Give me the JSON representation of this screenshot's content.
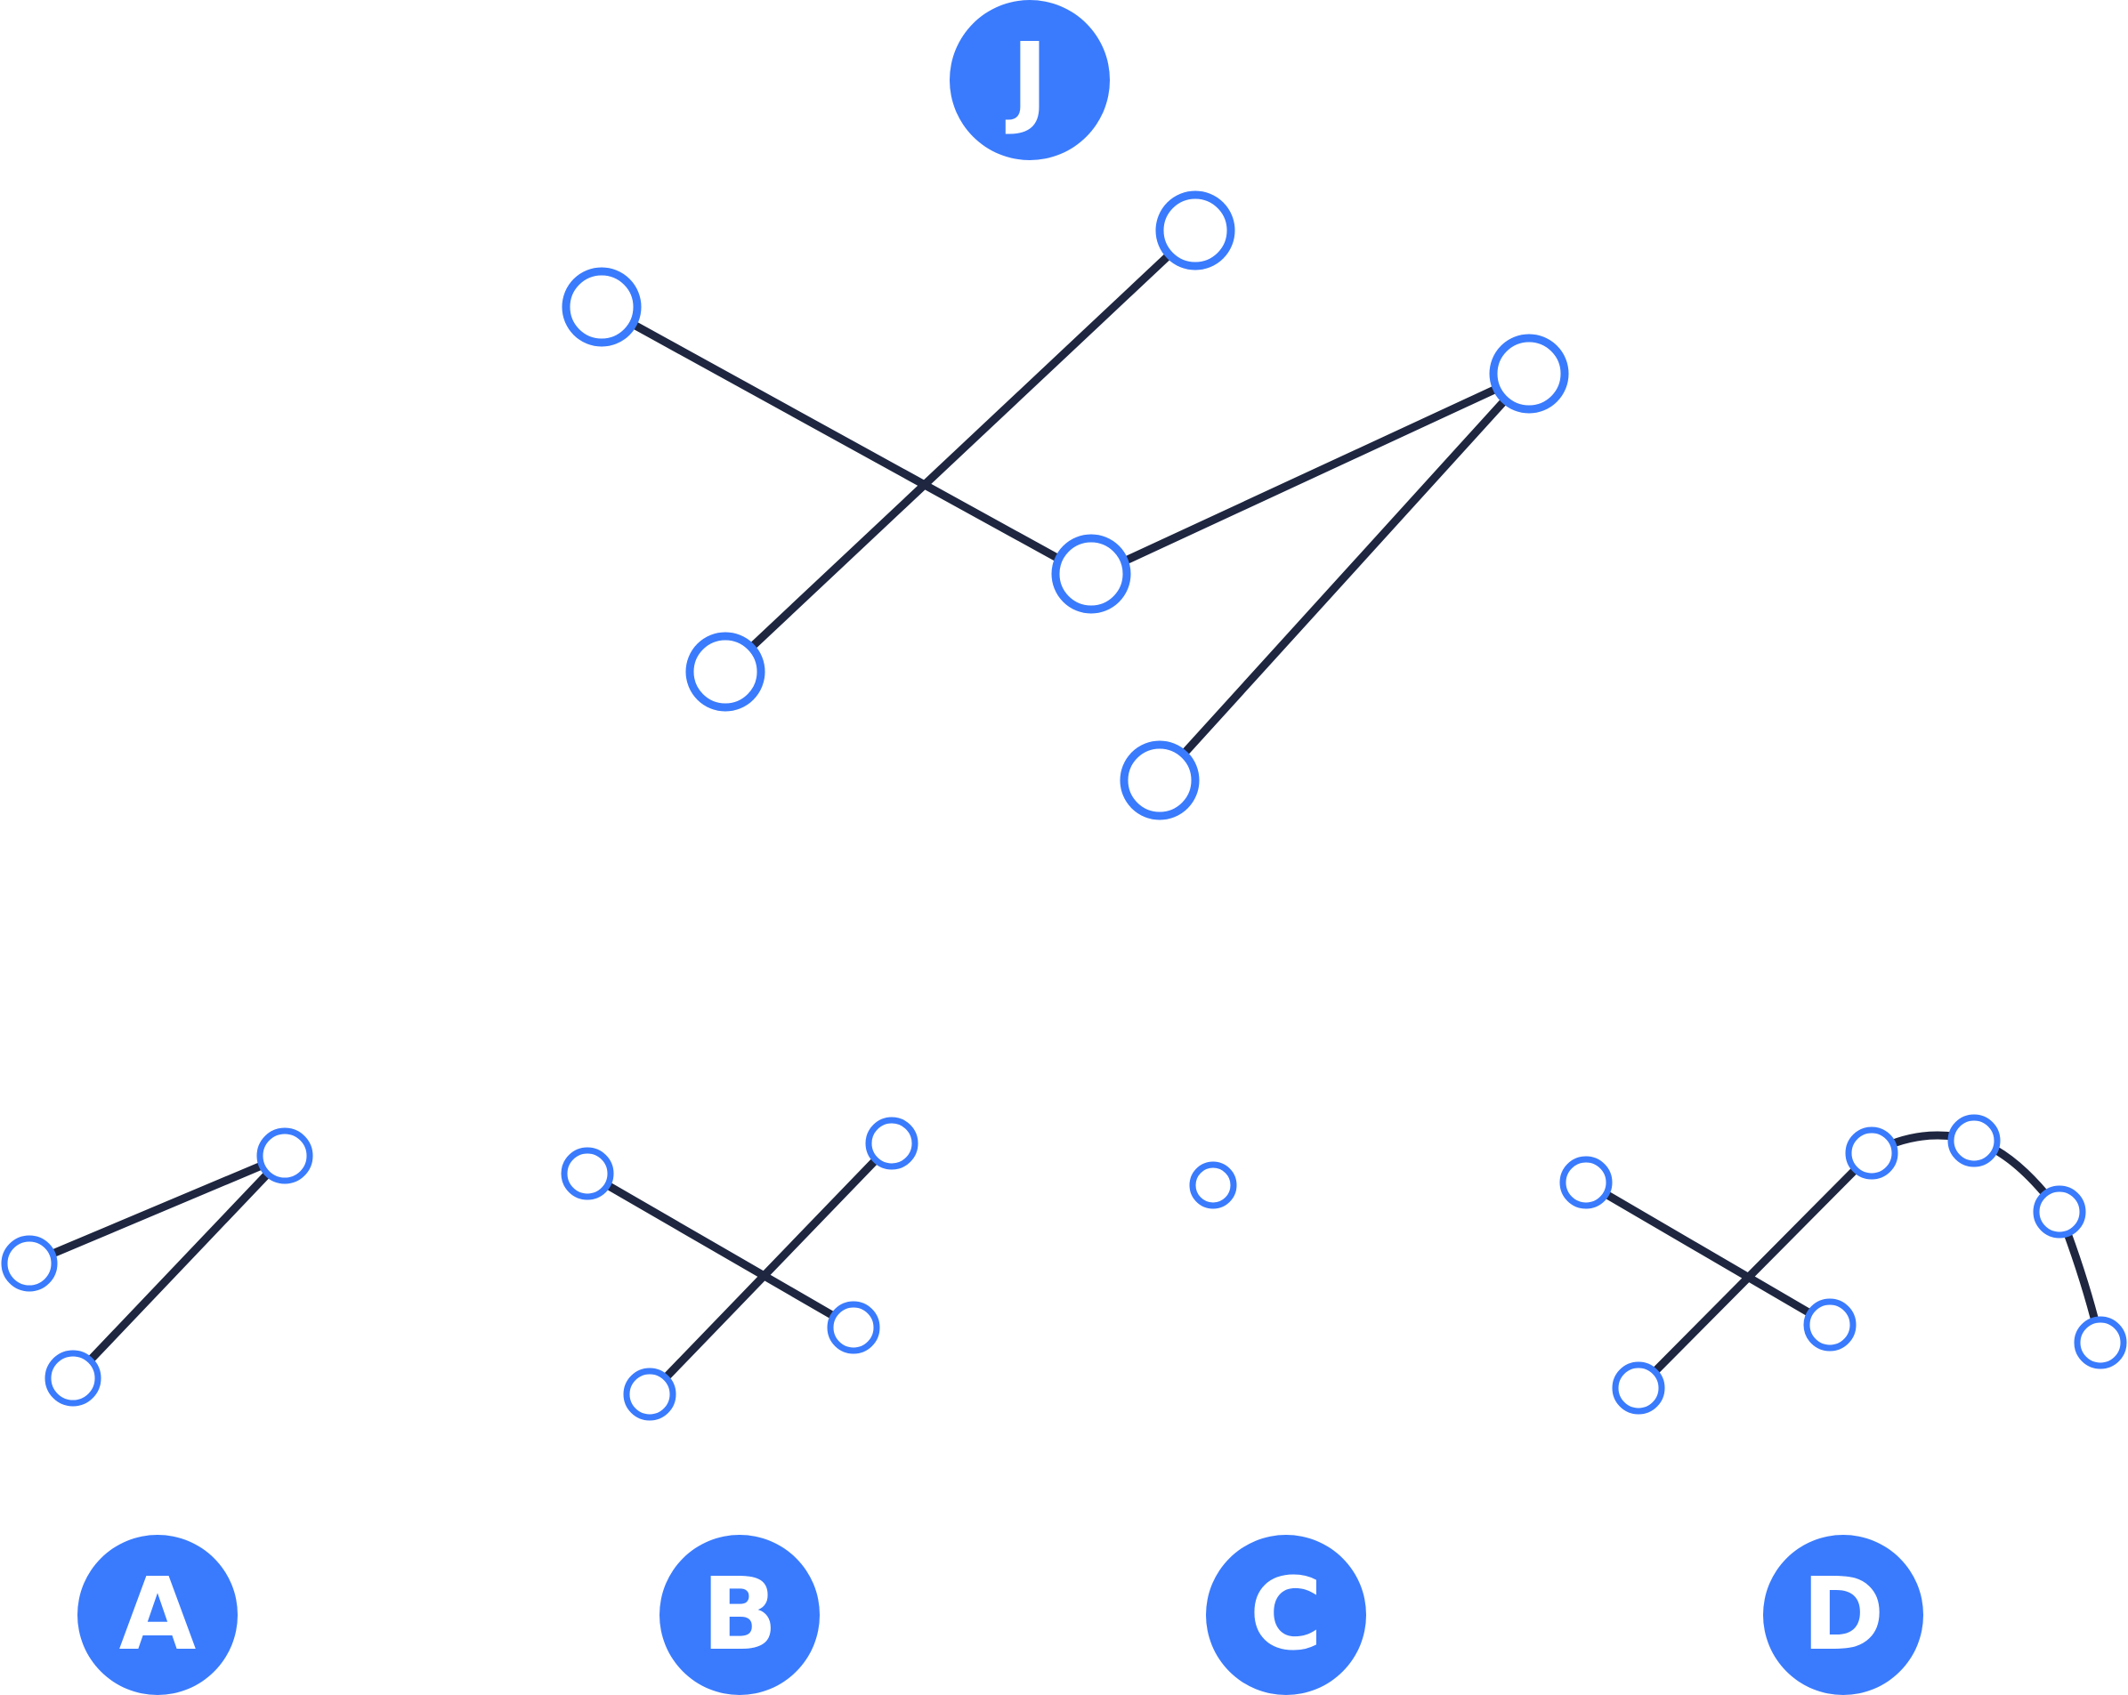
{
  "colors": {
    "accent": "#3a7bfd",
    "edge": "#1e2640",
    "node_fill": "#ffffff",
    "badge_text": "#ffffff",
    "background": "#ffffff"
  },
  "question": {
    "label": "J"
  },
  "options": [
    {
      "id": "A",
      "label": "A"
    },
    {
      "id": "B",
      "label": "B"
    },
    {
      "id": "C",
      "label": "C"
    },
    {
      "id": "D",
      "label": "D"
    }
  ]
}
